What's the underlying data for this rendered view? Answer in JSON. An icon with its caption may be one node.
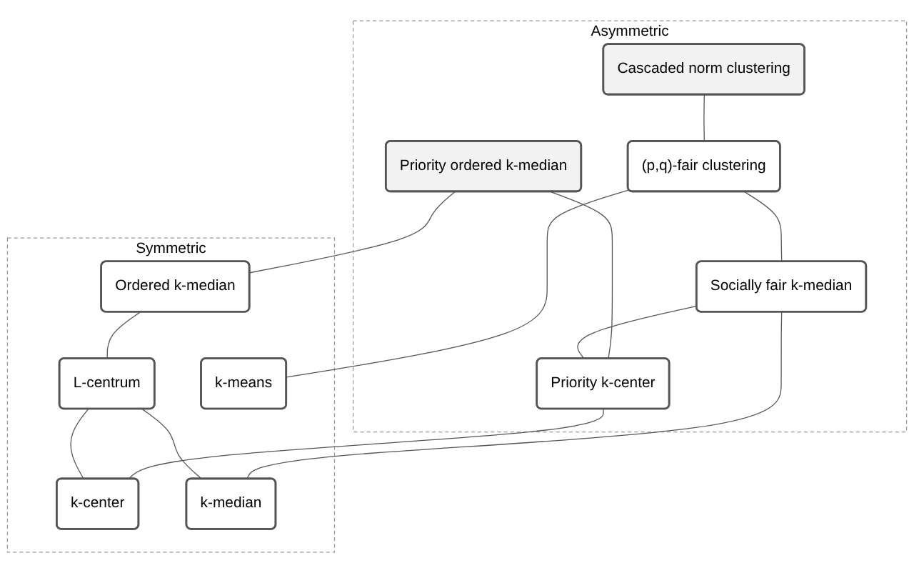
{
  "diagram": {
    "nodes": [
      {
        "text": [
          "Asymmetric"
        ]
      },
      {
        "text": [
          "Cascaded norm clustering"
        ],
        "in": 0
      },
      {
        "text": [
          "Priority ordered k-median"
        ],
        "in": 0
      },
      {
        "text": [
          "(p,q)-fair clustering"
        ],
        "in": 0
      },
      {
        "text": [
          "Socially fair k-median"
        ],
        "in": 0
      },
      {
        "text": [
          "Priority k-center"
        ],
        "in": 0
      },
      {
        "text": [
          "Symmetric"
        ]
      },
      {
        "text": [
          "Ordered k-median"
        ],
        "in": 6
      },
      {
        "text": [
          "L-centrum"
        ],
        "in": 6
      },
      {
        "text": [
          "k-means"
        ],
        "in": 6
      },
      {
        "text": [
          "k-center"
        ],
        "in": 6
      },
      {
        "text": [
          "k-median"
        ],
        "in": 6
      }
    ],
    "edges": [
      {
        "from": 1,
        "to": 3,
        "arrow": "none"
      },
      {
        "from": 3,
        "to": 4,
        "arrow": "none"
      },
      {
        "from": 3,
        "to": 9,
        "arrow": "none"
      },
      {
        "from": 2,
        "to": 7,
        "arrow": "none"
      },
      {
        "from": 2,
        "to": 5,
        "arrow": "none"
      },
      {
        "from": 4,
        "to": 5,
        "arrow": "none"
      },
      {
        "from": 4,
        "to": 11,
        "arrow": "none"
      },
      {
        "from": 5,
        "to": 10,
        "arrow": "none"
      },
      {
        "from": 7,
        "to": 8,
        "arrow": "none"
      },
      {
        "from": 8,
        "to": 10,
        "arrow": "none"
      },
      {
        "from": 8,
        "to": 11,
        "arrow": "none"
      }
    ]
  }
}
